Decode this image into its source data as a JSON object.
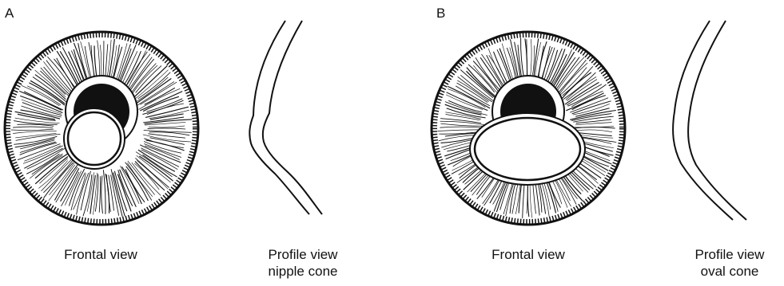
{
  "panels": [
    {
      "letter": "A",
      "frontal_caption": "Frontal view",
      "profile_caption_line1": "Profile view",
      "profile_caption_line2": "nipple cone"
    },
    {
      "letter": "B",
      "frontal_caption": "Frontal view",
      "profile_caption_line1": "Profile view",
      "profile_caption_line2": "oval cone"
    }
  ],
  "colors": {
    "ink": "#111111",
    "background": "#ffffff"
  }
}
